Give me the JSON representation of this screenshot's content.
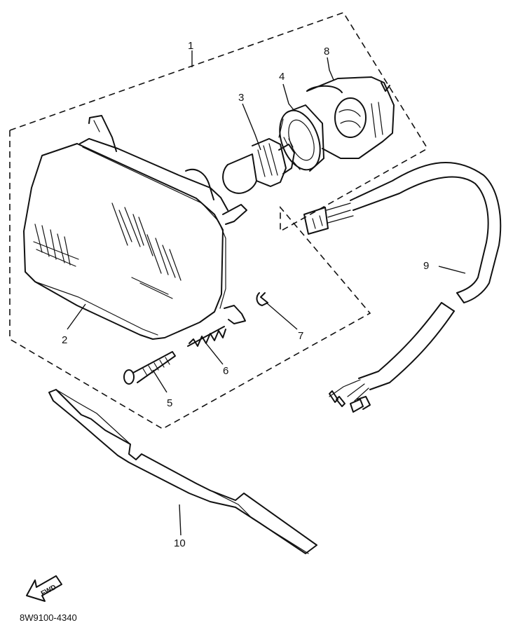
{
  "callouts": [
    "1",
    "2",
    "3",
    "4",
    "5",
    "6",
    "7",
    "8",
    "9",
    "10"
  ],
  "fwd_label": "FWD",
  "diagram_code": "8W9100-4340"
}
